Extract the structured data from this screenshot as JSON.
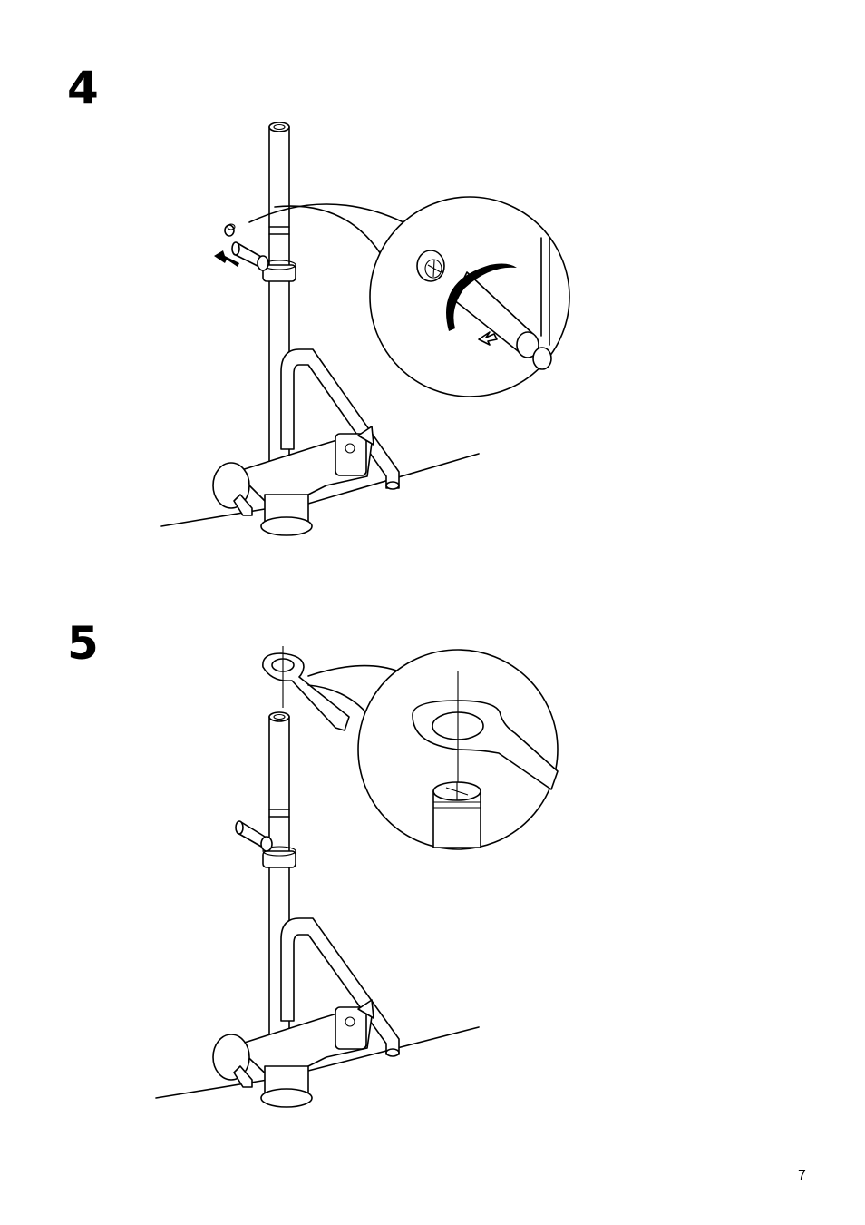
{
  "steps": [
    {
      "number": "4",
      "description_icons": [
        "faucet-icon",
        "side-handle-icon",
        "cap-icon",
        "turn-arrow-icon",
        "push-arrow-icon",
        "magnifier-detail-icon"
      ]
    },
    {
      "number": "5",
      "description_icons": [
        "faucet-icon",
        "side-handle-icon",
        "wrench-icon",
        "magnifier-detail-icon"
      ]
    }
  ],
  "page_number": "7"
}
